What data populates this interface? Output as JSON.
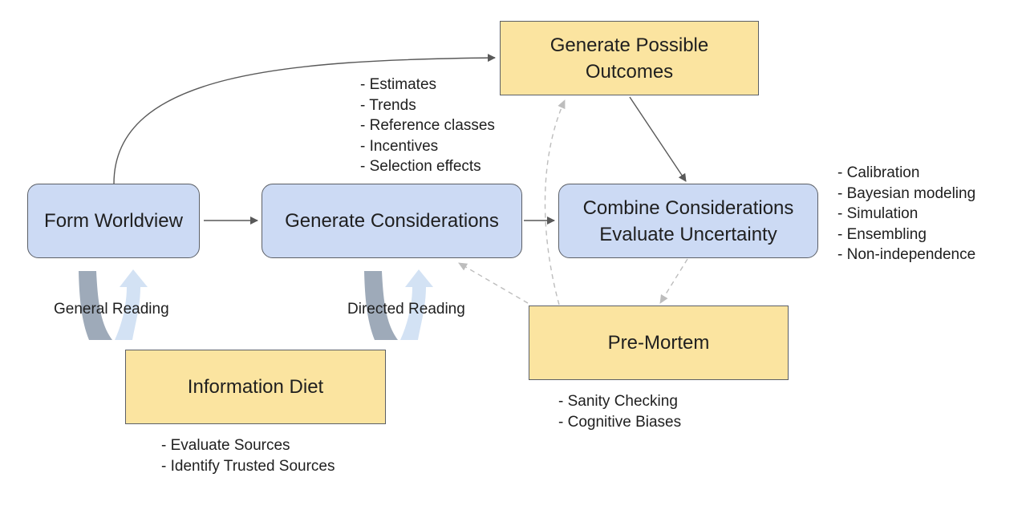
{
  "nodes": {
    "form_worldview": "Form Worldview",
    "generate_considerations": "Generate Considerations",
    "generate_outcomes": [
      "Generate Possible",
      "Outcomes"
    ],
    "combine": [
      "Combine Considerations",
      "Evaluate Uncertainty"
    ],
    "pre_mortem": "Pre-Mortem",
    "information_diet": "Information Diet"
  },
  "notes": {
    "considerations": [
      "- Estimates",
      "- Trends",
      "- Reference classes",
      "- Incentives",
      "- Selection effects"
    ],
    "combine": [
      "- Calibration",
      "- Bayesian modeling",
      "- Simulation",
      "- Ensembling",
      "- Non-independence"
    ],
    "pre_mortem": [
      "- Sanity Checking",
      "- Cognitive Biases"
    ],
    "information_diet": [
      "- Evaluate Sources",
      "- Identify Trusted Sources"
    ]
  },
  "labels": {
    "general_reading": "General Reading",
    "directed_reading": "Directed Reading"
  },
  "colors": {
    "process_box_fill": "#ccdaf4",
    "outcome_box_fill": "#fbe4a0",
    "box_border": "#5b5f66",
    "solid_arrow": "#595959",
    "dashed_arrow": "#bdbdbd",
    "reading_arrow_dark": "#9eaab9",
    "reading_arrow_light": "#d3e2f4"
  }
}
